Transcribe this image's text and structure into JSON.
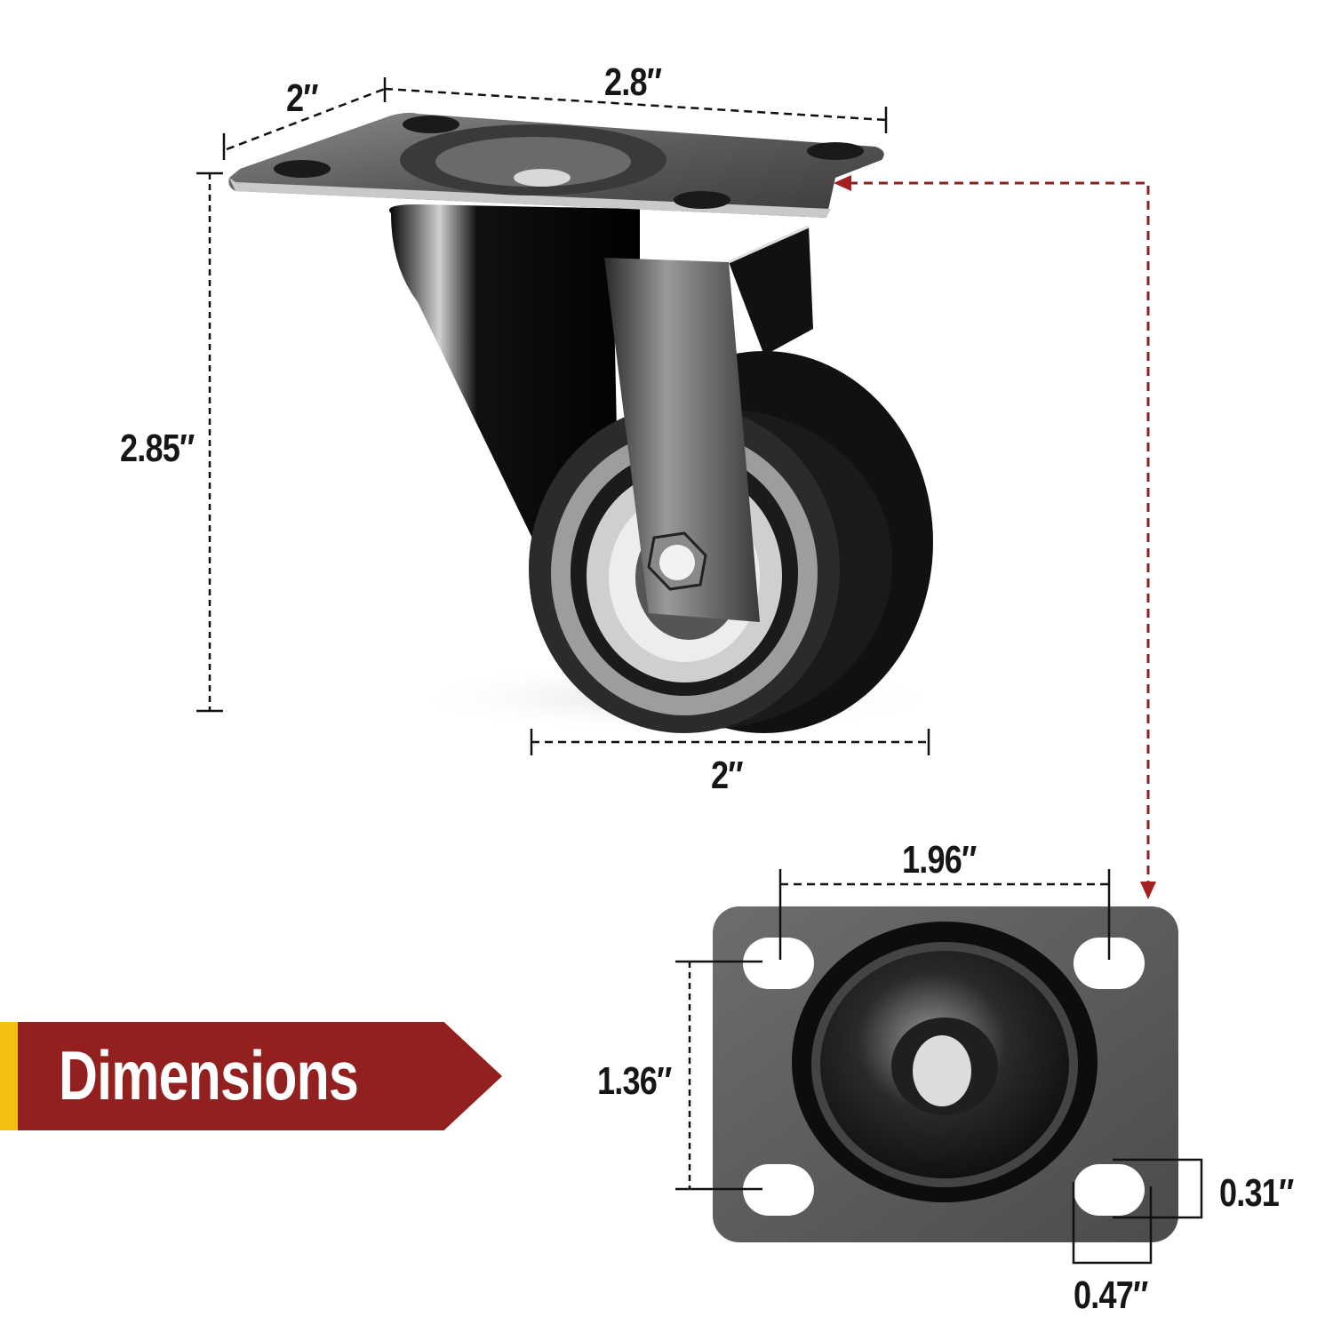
{
  "title": "Dimensions",
  "colors": {
    "banner_red": "#92201F",
    "banner_accent": "#F6C012",
    "arrow_red": "#8B2222",
    "text": "#161616"
  },
  "product": "Swivel caster wheel with top mounting plate",
  "dimensions": {
    "plate_depth": "2″",
    "plate_width": "2.8″",
    "overall_height": "2.85″",
    "wheel_diameter": "2″",
    "hole_spacing_horizontal": "1.96″",
    "hole_spacing_vertical": "1.36″",
    "slot_height": "0.31″",
    "slot_width": "0.47″"
  }
}
